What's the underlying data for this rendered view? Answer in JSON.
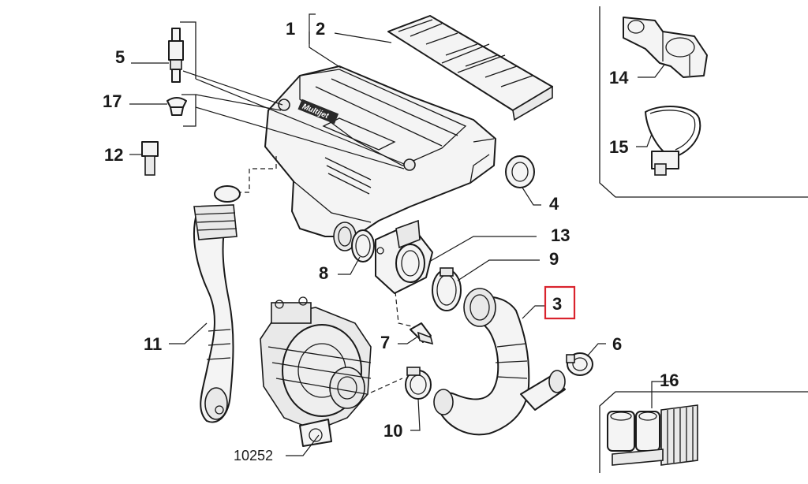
{
  "diagram": {
    "callouts": {
      "c1": "1",
      "c2": "2",
      "c3": "3",
      "c4": "4",
      "c5": "5",
      "c6": "6",
      "c7": "7",
      "c8": "8",
      "c9": "9",
      "c10": "10",
      "c11": "11",
      "c12": "12",
      "c13": "13",
      "c14": "14",
      "c15": "15",
      "c16": "16",
      "c17": "17"
    },
    "reference_number": "10252",
    "cover_brand_text": "Multijet",
    "highlighted_callout": "3",
    "highlight_color": "#d9232d",
    "line_color": "#1a1a1a"
  }
}
